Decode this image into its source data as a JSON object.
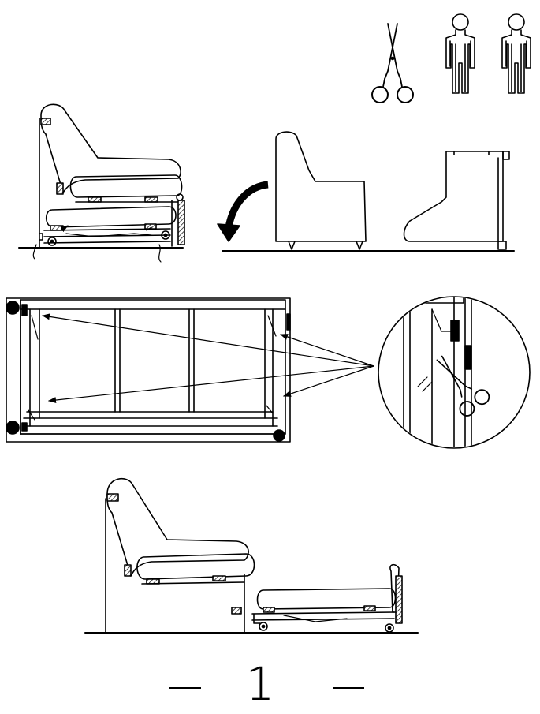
{
  "page": {
    "number": "1"
  },
  "colors": {
    "ink": "#000000",
    "paper": "#ffffff"
  },
  "icons": [
    "scissors-icon",
    "person-icon",
    "person-icon"
  ],
  "steps": [
    "sofa-section-with-folded-bed",
    "turn-over-sofa-section",
    "cut-ties-on-bed-frame",
    "bed-pulled-out-from-section"
  ]
}
